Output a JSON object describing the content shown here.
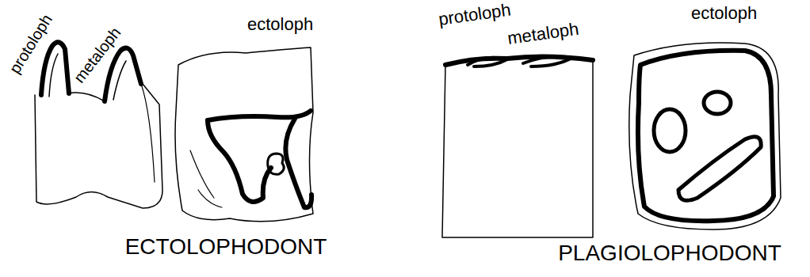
{
  "diagram": {
    "labels": [
      "protoloph",
      "metaloph",
      "ectoloph",
      "ECTOLOPHODONT",
      "protoloph",
      "metaloph",
      "ectoloph",
      "PLAGIOLOPHODONT"
    ]
  }
}
